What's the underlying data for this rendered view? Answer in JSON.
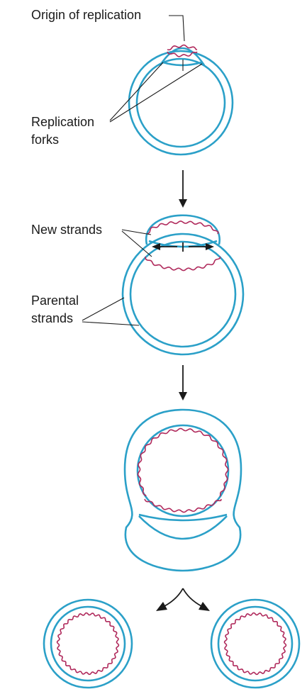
{
  "labels": {
    "origin": "Origin of replication",
    "forks_line1": "Replication",
    "forks_line2": "forks",
    "new_strands": "New strands",
    "parental_line1": "Parental",
    "parental_line2": "strands"
  },
  "colors": {
    "parental_strand": "#2ba0c8",
    "new_strand": "#b02a5c",
    "text": "#1a1a1a"
  }
}
